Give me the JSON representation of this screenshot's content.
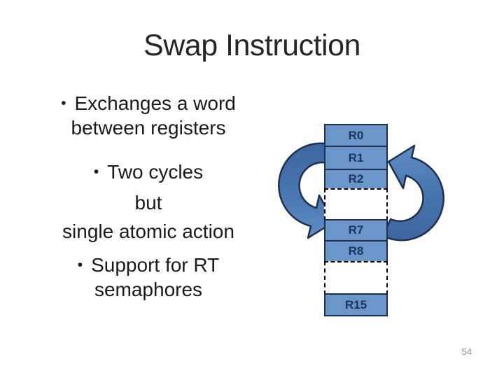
{
  "slide": {
    "title": "Swap Instruction",
    "bullet_char": "•",
    "bullets": [
      {
        "lines": [
          "Exchanges a word",
          "between registers"
        ]
      },
      {
        "lines": [
          "Two cycles",
          "but",
          "single atomic action"
        ]
      },
      {
        "lines": [
          "Support for RT",
          "semaphores"
        ]
      }
    ],
    "page_number": "54"
  },
  "diagram": {
    "icons": {
      "left": "cycle-arrow-counterclockwise",
      "right": "cycle-arrow-clockwise"
    },
    "registers": [
      {
        "label": "R0",
        "style": "solid"
      },
      {
        "label": "R1",
        "style": "solid"
      },
      {
        "label": "R2",
        "style": "solid"
      },
      {
        "label": "",
        "style": "dashed-gap"
      },
      {
        "label": "R7",
        "style": "solid"
      },
      {
        "label": "R8",
        "style": "solid"
      },
      {
        "label": "",
        "style": "dashed-gap"
      },
      {
        "label": "R15",
        "style": "solid"
      }
    ]
  },
  "colors": {
    "register_cell_fill": "#6B96C9",
    "register_cell_text": "#17365D",
    "cell_border": "#1E2F4F",
    "arrow_fill_dark": "#3C66A0",
    "arrow_fill_light": "#5F8DC6",
    "arrow_outline": "#1E2F4F",
    "title_text": "#262626",
    "body_text": "#1A1A1A",
    "page_number_text": "#898989",
    "background": "#FFFFFF"
  }
}
